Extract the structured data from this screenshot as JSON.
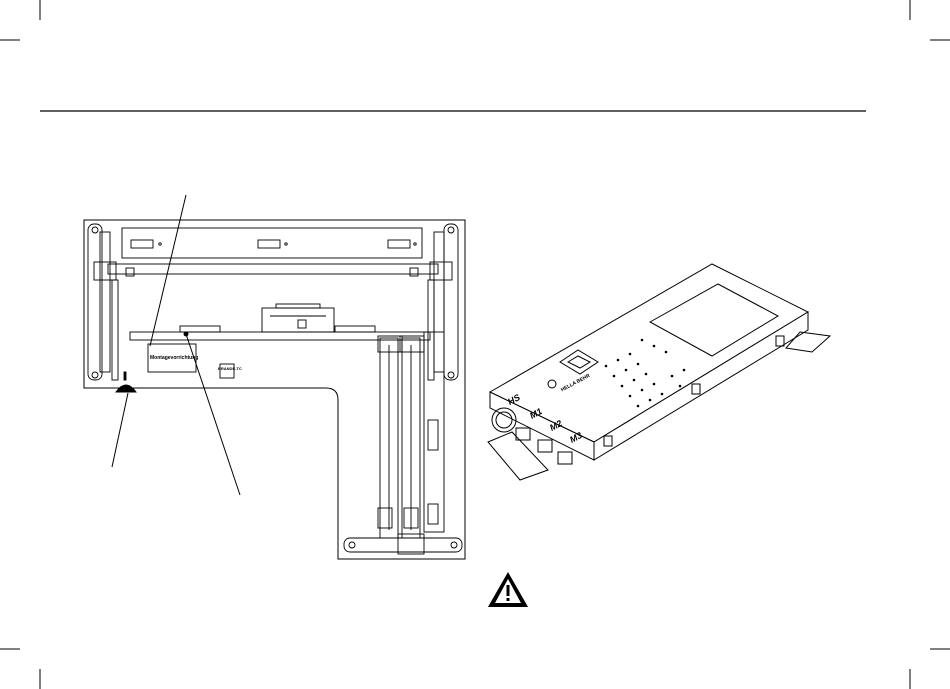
{
  "figures": {
    "left": {
      "box_label": "Montagevorrichtung",
      "plate_label": "BRANDE-TC"
    },
    "right": {
      "brand": "HELLA BEHR",
      "ports": [
        "HS",
        "M1",
        "M2",
        "M3"
      ]
    }
  },
  "warning": {
    "icon": "warning-triangle-icon",
    "symbol": "!"
  }
}
